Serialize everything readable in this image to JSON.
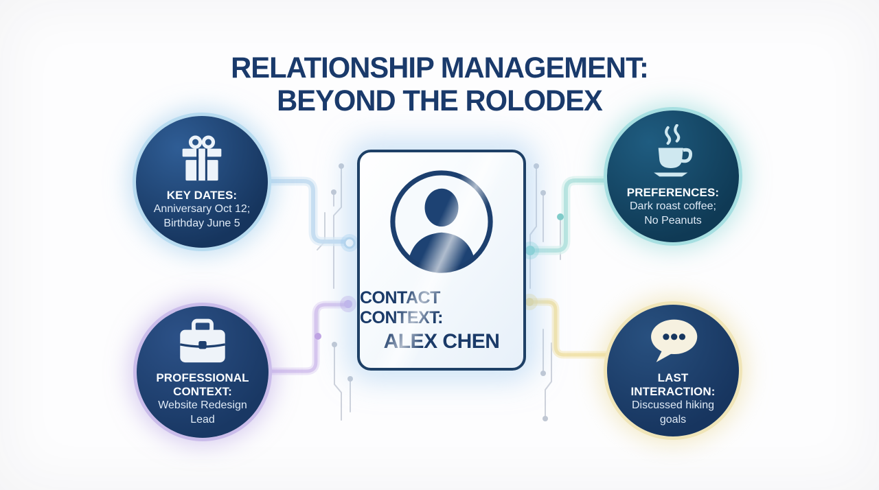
{
  "title": {
    "line1": "RELATIONSHIP MANAGEMENT:",
    "line2": "BEYOND THE ROLODEX"
  },
  "center_card": {
    "heading": "CONTACT CONTEXT:",
    "name": "ALEX CHEN",
    "avatar_icon": "person-silhouette-icon"
  },
  "nodes": [
    {
      "id": "key-dates",
      "icon": "gift-icon",
      "heading": "KEY DATES:",
      "lines": [
        "Anniversary Oct 12;",
        "Birthday June 5"
      ],
      "ring_color": "#b7dbf0"
    },
    {
      "id": "preferences",
      "icon": "coffee-cup-icon",
      "heading": "PREFERENCES:",
      "lines": [
        "Dark roast coffee;",
        "No Peanuts"
      ],
      "ring_color": "#a6dfe1"
    },
    {
      "id": "professional-context",
      "icon": "briefcase-icon",
      "heading": "PROFESSIONAL CONTEXT:",
      "lines": [
        "Website Redesign",
        "Lead"
      ],
      "ring_color": "#cabcea"
    },
    {
      "id": "last-interaction",
      "icon": "speech-bubble-icon",
      "heading": "LAST INTERACTION:",
      "lines": [
        "Discussed hiking",
        "goals"
      ],
      "ring_color": "#f0e5b8"
    }
  ],
  "colors": {
    "title_text": "#1a3a6b",
    "node_fill": "#1c4172",
    "card_border": "#1e4066",
    "trace_blue": "#c7def1",
    "trace_purple": "#d6c6ee",
    "trace_teal": "#b8e4e0",
    "trace_yellow": "#f1e3ae"
  }
}
